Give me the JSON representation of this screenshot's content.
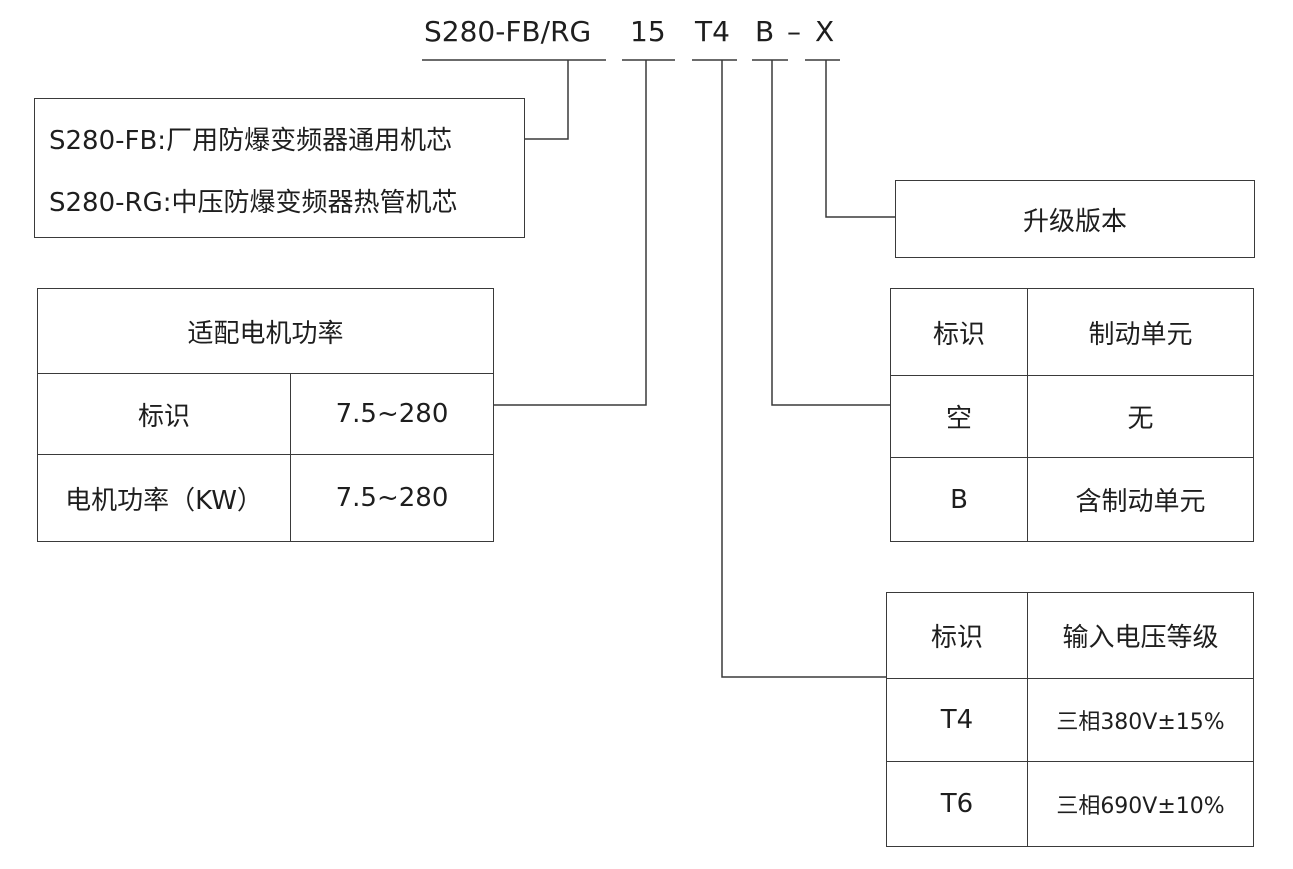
{
  "model_code": {
    "series": "S280-FB/RG",
    "power": "15",
    "voltage": "T4",
    "brake": "B",
    "dash": "–",
    "version": "X"
  },
  "series_box": {
    "line1": "S280-FB:厂用防爆变频器通用机芯",
    "line2": "S280-RG:中压防爆变频器热管机芯"
  },
  "version_box": {
    "label": "升级版本"
  },
  "power_table": {
    "title": "适配电机功率",
    "rows": [
      {
        "label": "标识",
        "value": "7.5~280"
      },
      {
        "label": "电机功率（KW）",
        "value": "7.5~280"
      }
    ]
  },
  "brake_table": {
    "header": [
      "标识",
      "制动单元"
    ],
    "rows": [
      [
        "空",
        "无"
      ],
      [
        "B",
        "含制动单元"
      ]
    ]
  },
  "voltage_table": {
    "header": [
      "标识",
      "输入电压等级"
    ],
    "rows": [
      [
        "T4",
        "三相380V±15%"
      ],
      [
        "T6",
        "三相690V±10%"
      ]
    ]
  },
  "colors": {
    "line": "#3a3a3a",
    "text": "#1e1e1e"
  }
}
